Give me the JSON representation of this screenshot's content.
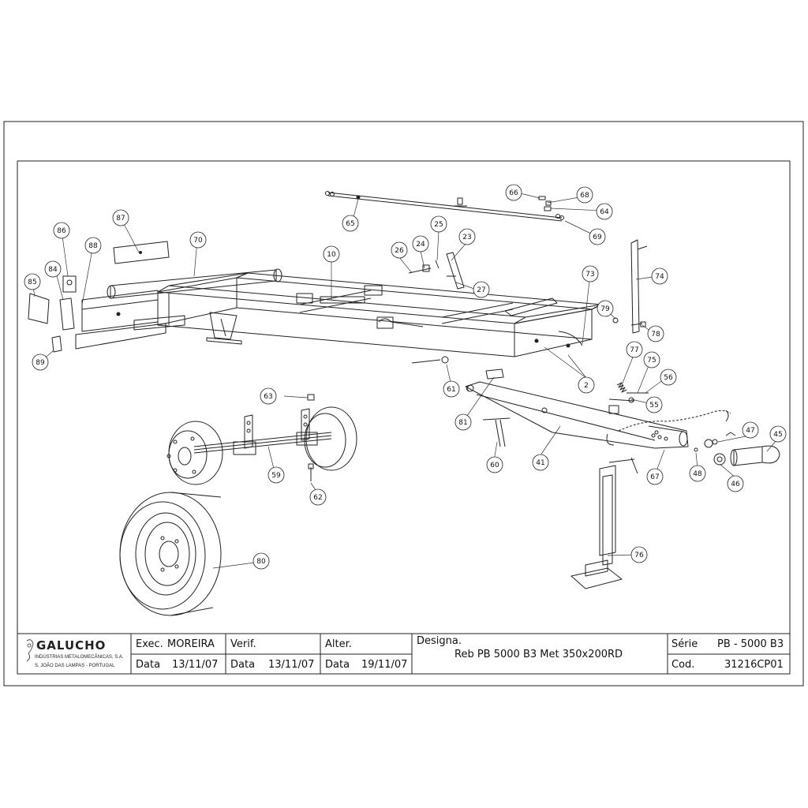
{
  "callouts": [
    "2",
    "10",
    "23",
    "24",
    "25",
    "26",
    "27",
    "41",
    "45",
    "46",
    "47",
    "48",
    "55",
    "56",
    "59",
    "60",
    "61",
    "62",
    "63",
    "64",
    "65",
    "66",
    "67",
    "68",
    "69",
    "70",
    "73",
    "74",
    "75",
    "76",
    "77",
    "78",
    "79",
    "80",
    "81",
    "84",
    "85",
    "86",
    "87",
    "88",
    "89"
  ],
  "title_block": {
    "company_name": "GALUCHO",
    "company_sub1": "INDÚSTRIAS METALOMECÂNICAS, S.A.",
    "company_sub2": "S. JOÃO DAS LAMPAS - PORTUGAL",
    "exec_label": "Exec.",
    "exec_value": "MOREIRA",
    "verif_label": "Verif.",
    "alter_label": "Alter.",
    "data_label": "Data",
    "exec_date": "13/11/07",
    "verif_date": "13/11/07",
    "alter_date": "19/11/07",
    "designa_label": "Designa.",
    "designa_value": "Reb PB 5000 B3 Met 350x200RD",
    "serie_label": "Série",
    "serie_value": "PB - 5000 B3",
    "cod_label": "Cod.",
    "cod_value": "31216CP01"
  }
}
